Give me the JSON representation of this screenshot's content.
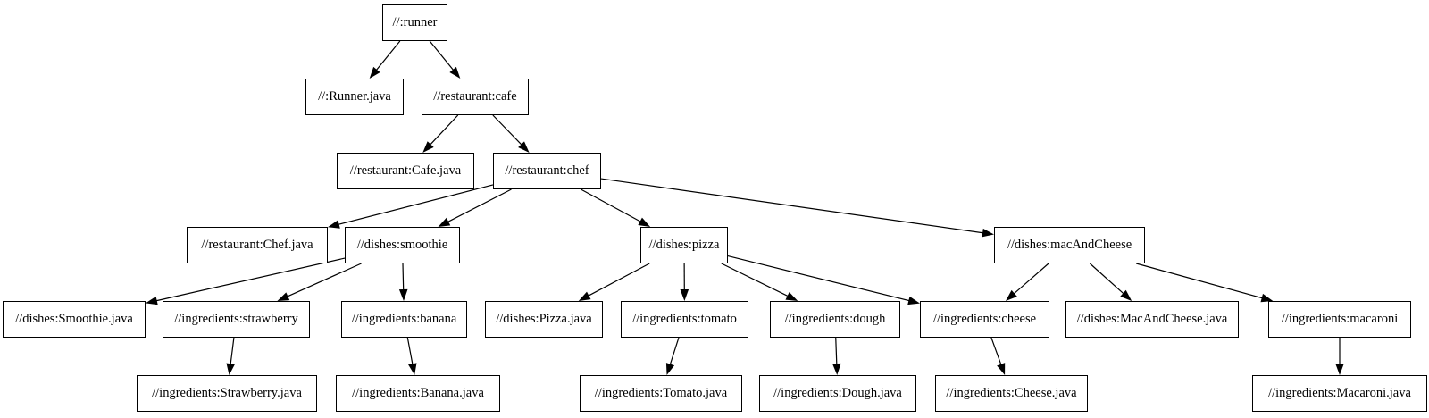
{
  "diagram": {
    "kind": "dependency-graph",
    "colors": {
      "background": "#ffffff",
      "node_fill": "#ffffff",
      "node_border": "#000000",
      "edge": "#000000",
      "text": "#000000"
    },
    "nodes": [
      {
        "id": "runner",
        "label": "//:runner"
      },
      {
        "id": "runner_java",
        "label": "//:Runner.java"
      },
      {
        "id": "cafe",
        "label": "//restaurant:cafe"
      },
      {
        "id": "cafe_java",
        "label": "//restaurant:Cafe.java"
      },
      {
        "id": "chef",
        "label": "//restaurant:chef"
      },
      {
        "id": "chef_java",
        "label": "//restaurant:Chef.java"
      },
      {
        "id": "smoothie",
        "label": "//dishes:smoothie"
      },
      {
        "id": "pizza",
        "label": "//dishes:pizza"
      },
      {
        "id": "macandcheese",
        "label": "//dishes:macAndCheese"
      },
      {
        "id": "smoothie_java",
        "label": "//dishes:Smoothie.java"
      },
      {
        "id": "strawberry",
        "label": "//ingredients:strawberry"
      },
      {
        "id": "banana",
        "label": "//ingredients:banana"
      },
      {
        "id": "pizza_java",
        "label": "//dishes:Pizza.java"
      },
      {
        "id": "tomato",
        "label": "//ingredients:tomato"
      },
      {
        "id": "dough",
        "label": "//ingredients:dough"
      },
      {
        "id": "cheese",
        "label": "//ingredients:cheese"
      },
      {
        "id": "macandcheese_java",
        "label": "//dishes:MacAndCheese.java"
      },
      {
        "id": "macaroni",
        "label": "//ingredients:macaroni"
      },
      {
        "id": "strawberry_java",
        "label": "//ingredients:Strawberry.java"
      },
      {
        "id": "banana_java",
        "label": "//ingredients:Banana.java"
      },
      {
        "id": "tomato_java",
        "label": "//ingredients:Tomato.java"
      },
      {
        "id": "dough_java",
        "label": "//ingredients:Dough.java"
      },
      {
        "id": "cheese_java",
        "label": "//ingredients:Cheese.java"
      },
      {
        "id": "macaroni_java",
        "label": "//ingredients:Macaroni.java"
      }
    ],
    "edges": [
      {
        "from": "runner",
        "to": "runner_java"
      },
      {
        "from": "runner",
        "to": "cafe"
      },
      {
        "from": "cafe",
        "to": "cafe_java"
      },
      {
        "from": "cafe",
        "to": "chef"
      },
      {
        "from": "chef",
        "to": "chef_java"
      },
      {
        "from": "chef",
        "to": "smoothie"
      },
      {
        "from": "chef",
        "to": "pizza"
      },
      {
        "from": "chef",
        "to": "macandcheese"
      },
      {
        "from": "smoothie",
        "to": "smoothie_java"
      },
      {
        "from": "smoothie",
        "to": "strawberry"
      },
      {
        "from": "smoothie",
        "to": "banana"
      },
      {
        "from": "strawberry",
        "to": "strawberry_java"
      },
      {
        "from": "banana",
        "to": "banana_java"
      },
      {
        "from": "pizza",
        "to": "pizza_java"
      },
      {
        "from": "pizza",
        "to": "tomato"
      },
      {
        "from": "pizza",
        "to": "dough"
      },
      {
        "from": "pizza",
        "to": "cheese"
      },
      {
        "from": "tomato",
        "to": "tomato_java"
      },
      {
        "from": "dough",
        "to": "dough_java"
      },
      {
        "from": "cheese",
        "to": "cheese_java"
      },
      {
        "from": "macandcheese",
        "to": "cheese"
      },
      {
        "from": "macandcheese",
        "to": "macandcheese_java"
      },
      {
        "from": "macandcheese",
        "to": "macaroni"
      },
      {
        "from": "macaroni",
        "to": "macaroni_java"
      }
    ]
  }
}
